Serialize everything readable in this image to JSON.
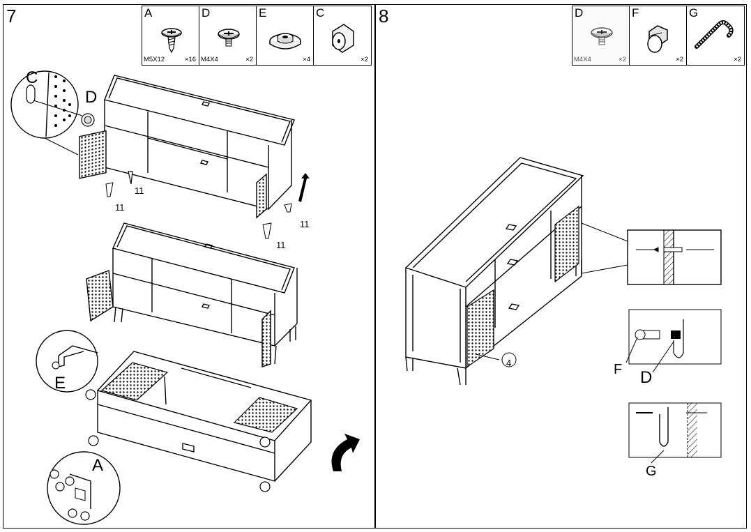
{
  "steps": [
    {
      "number": "7",
      "parts": [
        {
          "letter": "A",
          "size": "M5X12",
          "qty": "×16",
          "icon": "screw-icon"
        },
        {
          "letter": "D",
          "size": "M4X4",
          "qty": "×2",
          "icon": "screw-icon"
        },
        {
          "letter": "E",
          "size": "",
          "qty": "×4",
          "icon": "washer-icon"
        },
        {
          "letter": "C",
          "size": "",
          "qty": "×2",
          "icon": "knob-icon"
        }
      ],
      "callouts": {
        "c": "C",
        "d": "D",
        "e": "E",
        "a": "A"
      },
      "part_refs": [
        "11",
        "11",
        "11",
        "11"
      ]
    },
    {
      "number": "8",
      "parts": [
        {
          "letter": "D",
          "size": "M4X4",
          "qty": "×2",
          "icon": "screw-icon"
        },
        {
          "letter": "F",
          "size": "",
          "qty": "×2",
          "icon": "anchor-bolt-icon"
        },
        {
          "letter": "G",
          "size": "",
          "qty": "×2",
          "icon": "anti-tip-strap-icon"
        }
      ],
      "callouts": {
        "f": "F",
        "d": "D",
        "g": "G"
      },
      "part_refs": [
        "4"
      ]
    }
  ]
}
